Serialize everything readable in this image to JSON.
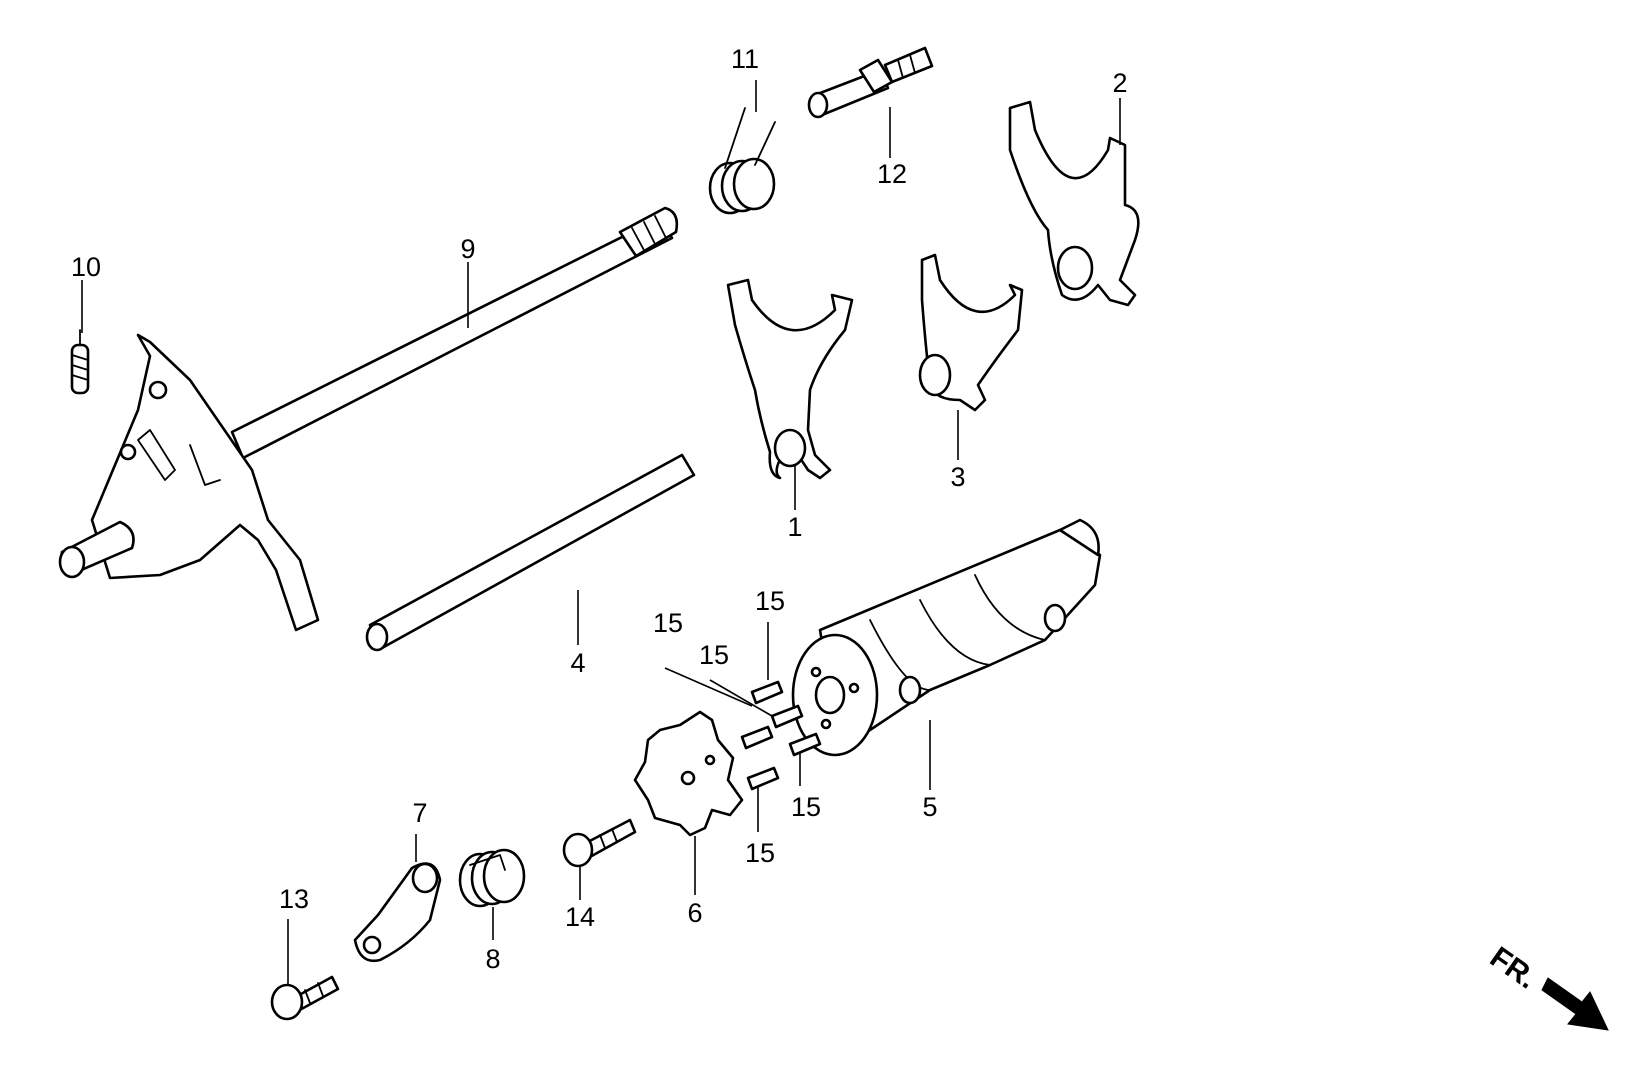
{
  "diagram": {
    "callouts": {
      "c1": "1",
      "c2": "2",
      "c3": "3",
      "c4": "4",
      "c5": "5",
      "c6": "6",
      "c7": "7",
      "c8": "8",
      "c9": "9",
      "c10": "10",
      "c11": "11",
      "c12": "12",
      "c13": "13",
      "c14": "14",
      "c15a": "15",
      "c15b": "15",
      "c15c": "15",
      "c15d": "15",
      "c15e": "15"
    },
    "direction_label": "FR."
  }
}
